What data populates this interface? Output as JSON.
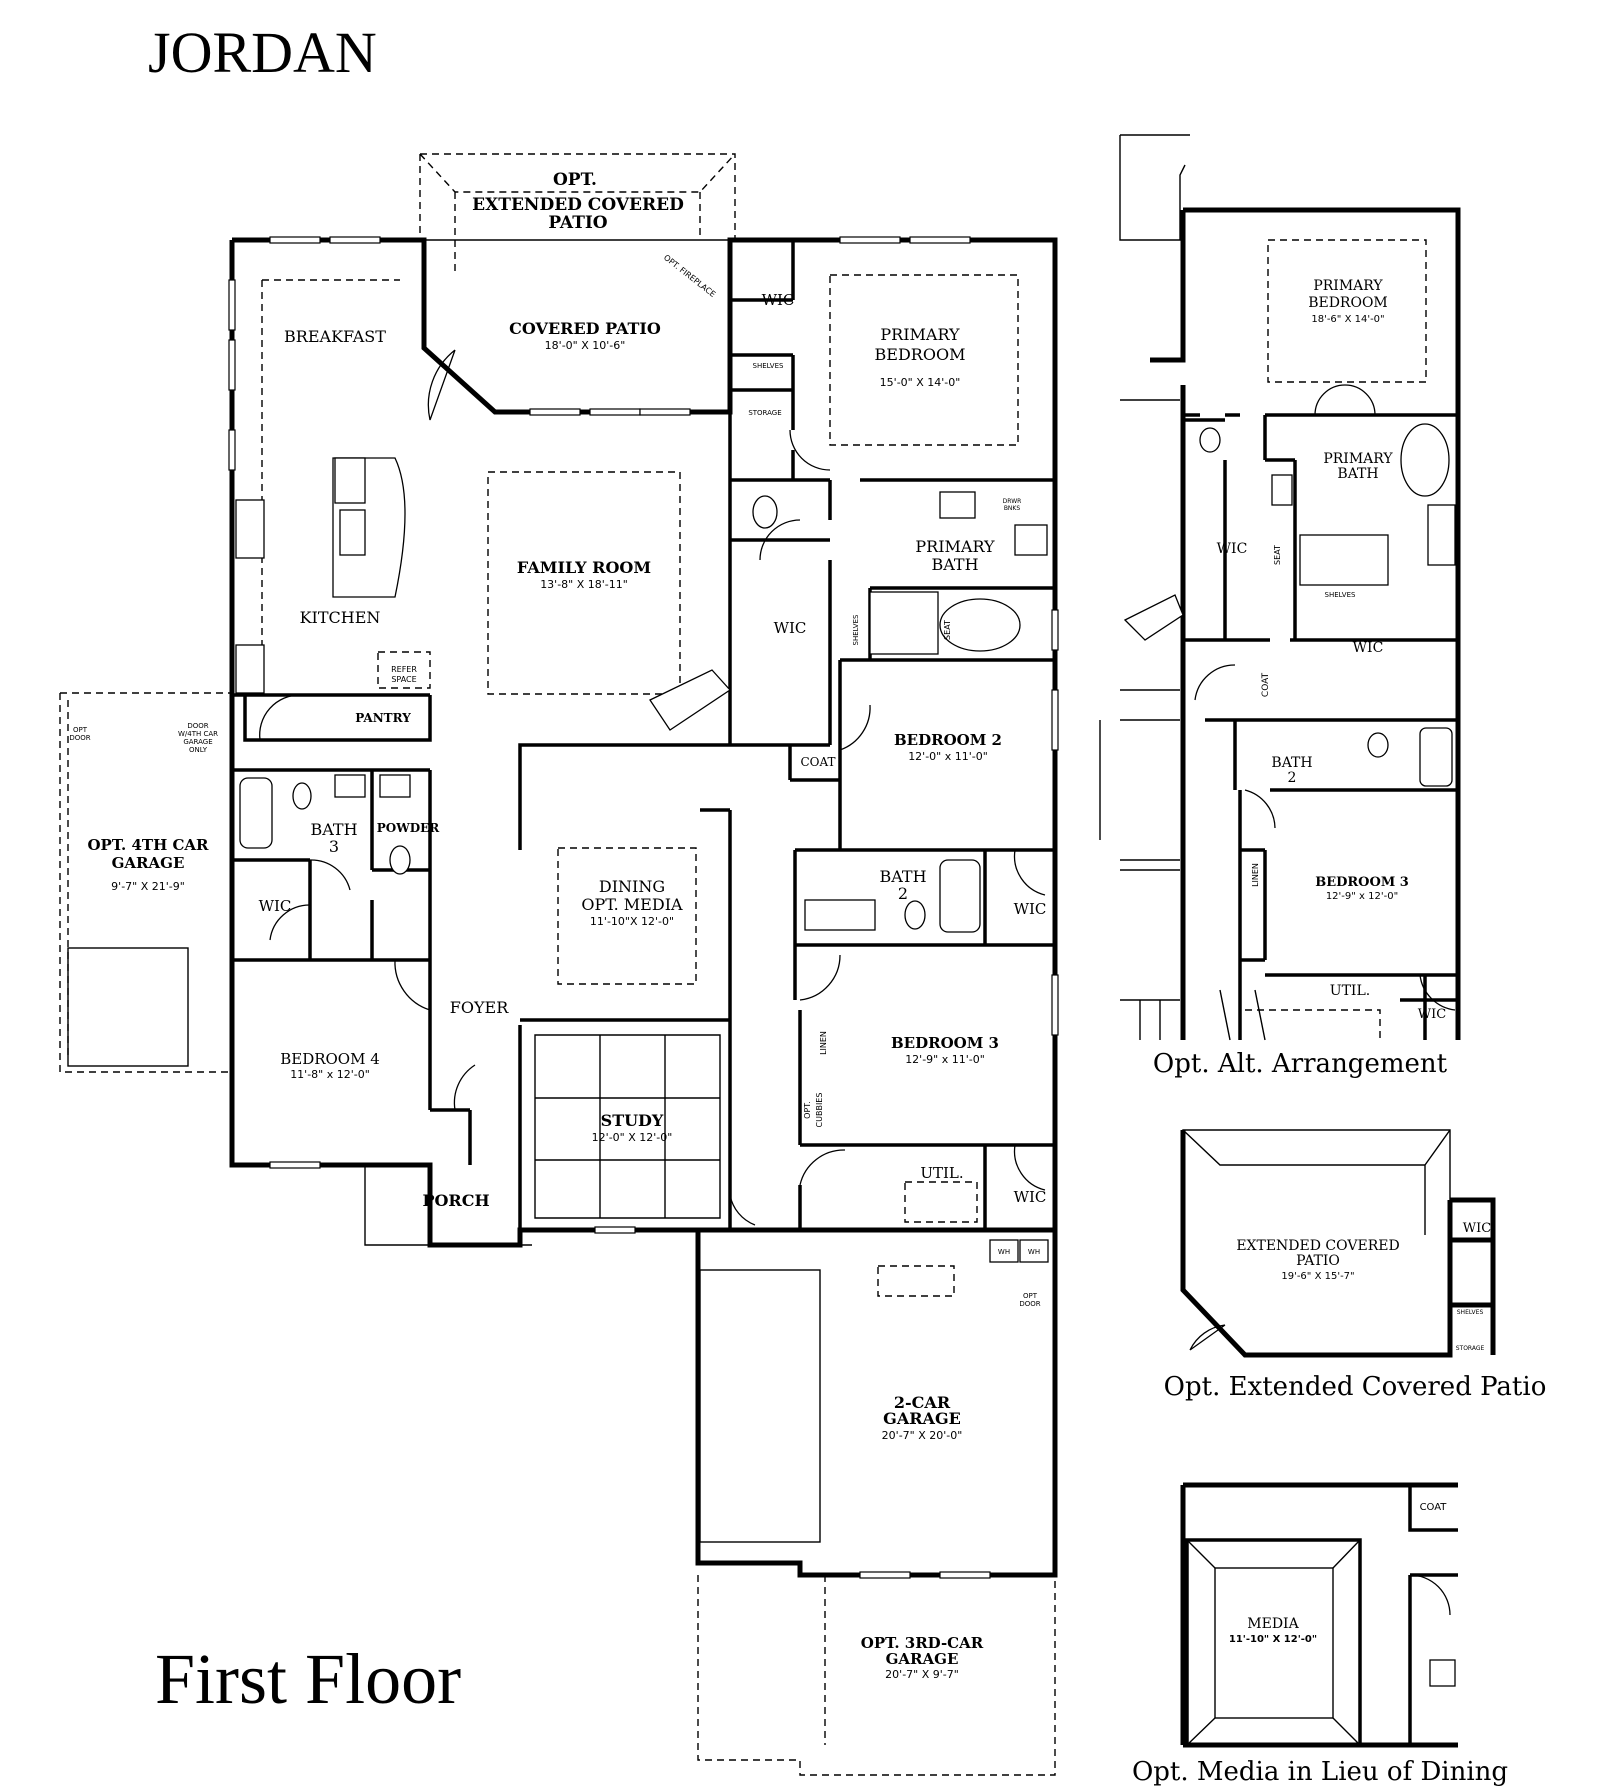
{
  "title": "JORDAN",
  "floor_label": "First Floor",
  "main_plan": {
    "opt_patio": [
      "OPT.",
      "EXTENDED COVERED",
      "PATIO"
    ],
    "opt_fireplace": "OPT. FIREPLACE",
    "covered_patio": {
      "name": "COVERED PATIO",
      "size": "18'-0\" X 10'-6\""
    },
    "breakfast": "BREAKFAST",
    "kitchen": "KITCHEN",
    "refer_space": [
      "REFER",
      "SPACE"
    ],
    "pantry": "PANTRY",
    "family_room": {
      "name": "FAMILY ROOM",
      "size": "13'-8\" X 18'-11\""
    },
    "wic": "WIC",
    "shelves": "SHELVES",
    "storage": "STORAGE",
    "primary_bedroom": {
      "name": [
        "PRIMARY",
        "BEDROOM"
      ],
      "size": "15'-0\" X 14'-0\""
    },
    "primary_bath": [
      "PRIMARY",
      "BATH"
    ],
    "drwr_bnks": [
      "DRWR",
      "BNKS"
    ],
    "seat": "SEAT",
    "bedroom2": {
      "name": "BEDROOM 2",
      "size": "12'-0\" x 11'-0\""
    },
    "coat": "COAT",
    "bath2": [
      "BATH",
      "2"
    ],
    "bath3": [
      "BATH",
      "3"
    ],
    "powder": "POWDER",
    "bedroom3": {
      "name": "BEDROOM 3",
      "size": "12'-9\" x 11'-0\""
    },
    "linen": "LINEN",
    "opt_cubbies": [
      "OPT.",
      "CUBBIES"
    ],
    "util": "UTIL.",
    "dining": {
      "name": [
        "DINING",
        "OPT. MEDIA"
      ],
      "size": "11'-10\"X 12'-0\""
    },
    "study": {
      "name": "STUDY",
      "size": "12'-0\" X 12'-0\""
    },
    "foyer": "FOYER",
    "porch": "PORCH",
    "bedroom4": {
      "name": "BEDROOM 4",
      "size": "11'-8\" x 12'-0\""
    },
    "opt_4th_garage": {
      "name": [
        "OPT. 4TH CAR",
        "GARAGE"
      ],
      "size": "9'-7\" X 21'-9\""
    },
    "opt_door": [
      "OPT",
      "DOOR"
    ],
    "door_note": [
      "DOOR",
      "W/4TH CAR",
      "GARAGE",
      "ONLY"
    ],
    "garage": {
      "name": [
        "2-CAR",
        "GARAGE"
      ],
      "size": "20'-7\" X 20'-0\""
    },
    "wh": "WH",
    "opt_3rd_garage": {
      "name": [
        "OPT. 3RD-CAR",
        "GARAGE"
      ],
      "size": "20'-7\" X 9'-7\""
    }
  },
  "alt_arrangement": {
    "caption": "Opt. Alt. Arrangement",
    "primary_bedroom": {
      "name": [
        "PRIMARY",
        "BEDROOM"
      ],
      "size": "18'-6\" X 14'-0\""
    },
    "primary_bath": [
      "PRIMARY",
      "BATH"
    ],
    "wic": "WIC",
    "coat": "COAT",
    "bath2": [
      "BATH",
      "2"
    ],
    "bedroom3": {
      "name": "BEDROOM 3",
      "size": "12'-9\" x 12'-0\""
    },
    "linen": "LINEN",
    "util": "UTIL.",
    "seat": "SEAT",
    "shelves": "SHELVES"
  },
  "ext_patio": {
    "caption": "Opt. Extended Covered Patio",
    "name": [
      "EXTENDED COVERED",
      "PATIO"
    ],
    "size": "19'-6\" X 15'-7\"",
    "wic": "WIC",
    "shelves": "SHELVES",
    "storage": "STORAGE"
  },
  "media": {
    "caption": "Opt. Media in Lieu of Dining",
    "name": "MEDIA",
    "size": "11'-10\" X 12'-0\"",
    "coat": "COAT"
  }
}
